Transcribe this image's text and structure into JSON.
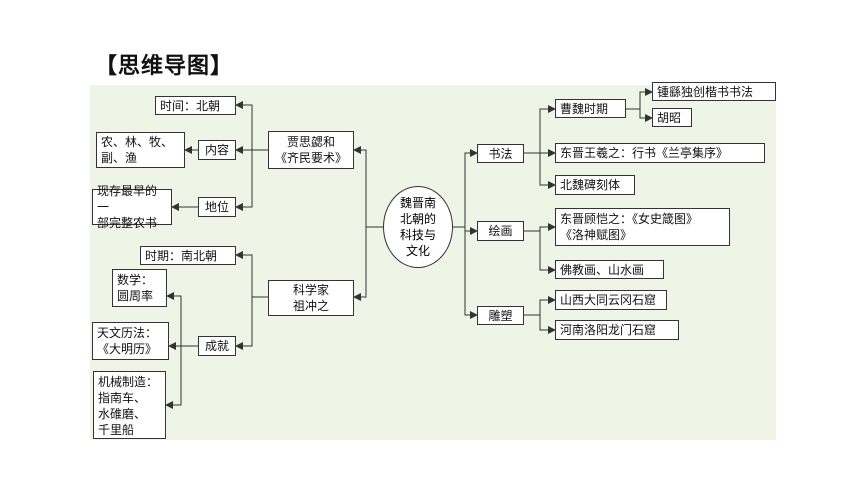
{
  "title": "【思维导图】",
  "center": "魏晋南\n北朝的\n科技与\n文化",
  "left": {
    "jia": {
      "label": "贾思勰和\n《齐民要术》",
      "time": "时间：北朝",
      "content_label": "内容",
      "content_value": "农、林、牧、\n副、渔",
      "status_label": "地位",
      "status_value": "现存最早的一\n部完整农书"
    },
    "zu": {
      "label": "科学家\n祖冲之",
      "period": "时期：南北朝",
      "achievements_label": "成就",
      "math": "数学：\n圆周率",
      "calendar": "天文历法：\n《大明历》",
      "machines": "机械制造：\n指南车、\n水碓磨、\n千里船"
    }
  },
  "right": {
    "calligraphy": {
      "label": "书法",
      "caowei": "曹魏时期",
      "zhongyao": "锺繇独创楷书书法",
      "huzhao": "胡昭",
      "wangxizhi": "东晋王羲之：行书《兰亭集序》",
      "beiwei": "北魏碑刻体"
    },
    "painting": {
      "label": "绘画",
      "gukaizhi": "东晋顾恺之：《女史箴图》\n《洛神赋图》",
      "buddhist": "佛教画、山水画"
    },
    "sculpture": {
      "label": "雕塑",
      "yungang": "山西大同云冈石窟",
      "longmen": "河南洛阳龙门石窟"
    }
  }
}
